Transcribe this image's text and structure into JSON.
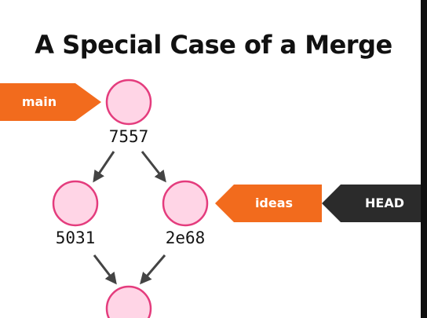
{
  "title": "A Special Case of a Merge",
  "commits": [
    {
      "id": "7557"
    },
    {
      "id": "5031"
    },
    {
      "id": "2e68"
    },
    {
      "id": ""
    }
  ],
  "labels": {
    "main": "main",
    "ideas": "ideas",
    "head": "HEAD"
  },
  "colors": {
    "branch_tag": "#f26b1d",
    "head_tag": "#2b2b2b",
    "commit_fill": "#ffd5e6",
    "commit_stroke": "#e43c7d",
    "arrow": "#444444"
  }
}
